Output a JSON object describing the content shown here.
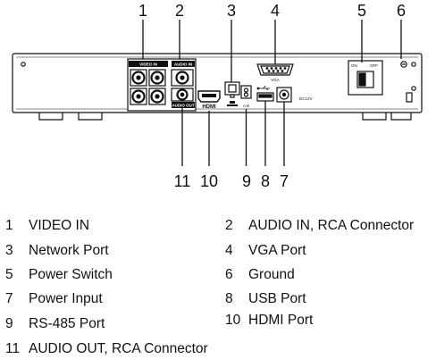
{
  "callouts_top": [
    "1",
    "2",
    "3",
    "4",
    "5",
    "6"
  ],
  "callouts_bottom": [
    "11",
    "10",
    "9",
    "8",
    "7"
  ],
  "panel_labels": {
    "video_in": "VIDEO IN",
    "audio_in": "AUDIO IN",
    "audio_out": "AUDIO OUT",
    "hdmi": "HDMI",
    "vga": "VGA",
    "rs485": "A B",
    "dc": "DC12V",
    "switch_on": "ON",
    "switch_off": "OFF"
  },
  "legend": [
    {
      "num": "1",
      "label": "VIDEO IN"
    },
    {
      "num": "2",
      "label": "AUDIO IN, RCA Connector"
    },
    {
      "num": "3",
      "label": "Network Port"
    },
    {
      "num": "4",
      "label": "VGA Port"
    },
    {
      "num": "5",
      "label": "Power Switch"
    },
    {
      "num": "6",
      "label": "Ground"
    },
    {
      "num": "7",
      "label": "Power Input"
    },
    {
      "num": "8",
      "label": "USB Port"
    },
    {
      "num": "9",
      "label": "RS-485 Port"
    },
    {
      "num": "10",
      "label": "HDMI Port"
    },
    {
      "num": "11",
      "label": "AUDIO OUT, RCA Connector"
    }
  ]
}
